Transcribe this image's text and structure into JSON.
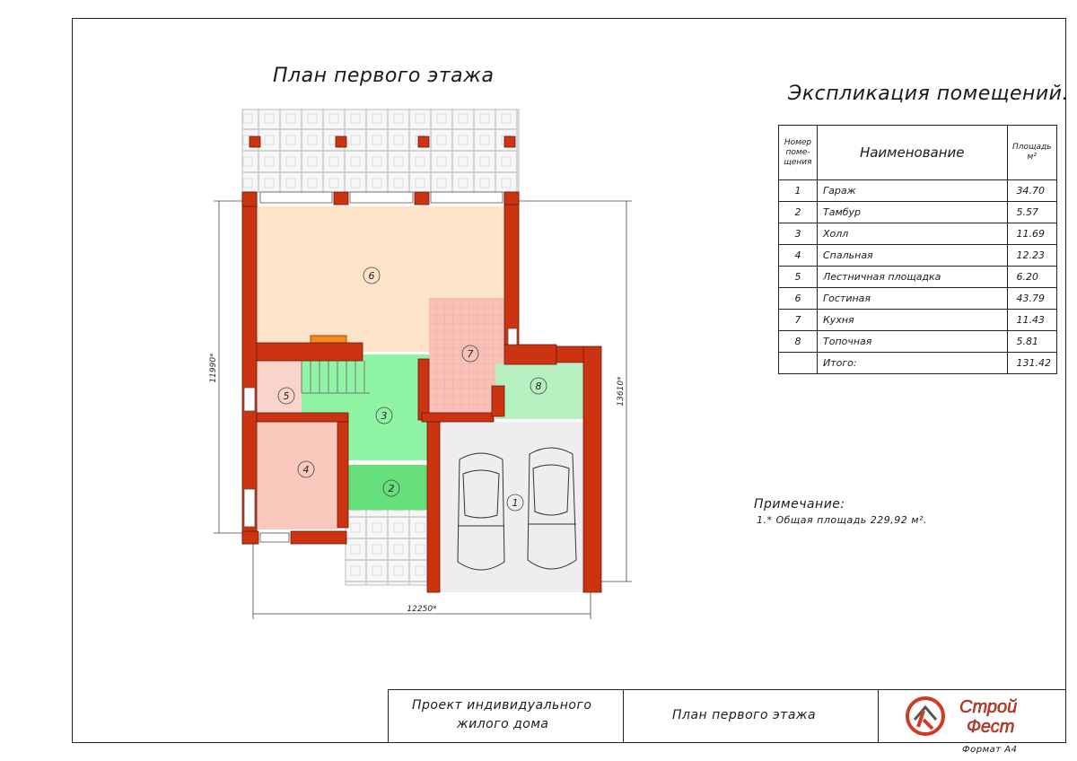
{
  "plan_title": "План первого этажа",
  "explication": {
    "title": "Экспликация  помещений.",
    "headers": {
      "number": [
        "Номер",
        "поме-",
        "щения"
      ],
      "name": "Наименование",
      "area": [
        "Площадь",
        "м²"
      ]
    },
    "rows": [
      {
        "num": "1",
        "name": "Гараж",
        "area": "34.70"
      },
      {
        "num": "2",
        "name": "Тамбур",
        "area": "5.57"
      },
      {
        "num": "3",
        "name": "Холл",
        "area": "11.69"
      },
      {
        "num": "4",
        "name": "Спальная",
        "area": "12.23"
      },
      {
        "num": "5",
        "name": "Лестничная площадка",
        "area": "6.20"
      },
      {
        "num": "6",
        "name": "Гостиная",
        "area": "43.79"
      },
      {
        "num": "7",
        "name": "Кухня",
        "area": "11.43"
      },
      {
        "num": "8",
        "name": "Топочная",
        "area": "5.81"
      },
      {
        "num": "",
        "name": "Итого:",
        "area": "131.42"
      }
    ]
  },
  "dimensions": {
    "width": "12250*",
    "height_left": "11990*",
    "height_right": "13610*"
  },
  "room_labels": [
    "1",
    "2",
    "3",
    "4",
    "5",
    "6",
    "7",
    "8"
  ],
  "note": {
    "title": "Примечание:",
    "line": "1.* Общая площадь 229,92 м²."
  },
  "stamp": {
    "project_line1": "Проект индивидуального",
    "project_line2": "жилого дома",
    "sheet_name": "План первого этажа",
    "logo_line1": "Строй",
    "logo_line2": "Фест",
    "format": "Формат А4"
  },
  "colors": {
    "wall": "#cc3311",
    "living": "#fde3c8",
    "kitchen": "#f9c0b8",
    "hall": "#8ff5a5",
    "vestibule": "#66e07d",
    "boiler": "#b6f0c0",
    "bedroom": "#f9c9bd",
    "stair": "#f8d4cc",
    "garage": "#eeeeee",
    "terrace": "#f4f4f4",
    "logo_red": "#d23a24"
  }
}
